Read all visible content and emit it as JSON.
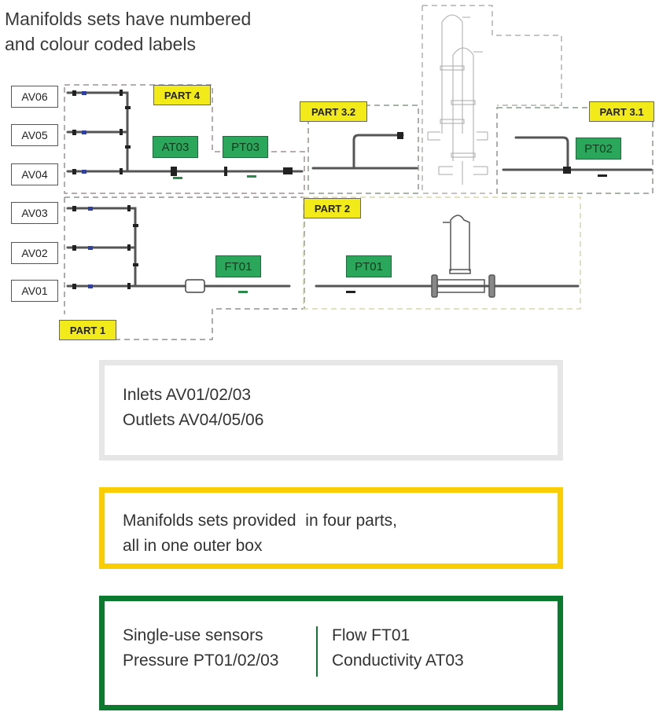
{
  "title": {
    "line1": "Manifolds sets have numbered",
    "line2": "and colour coded labels"
  },
  "diagram": {
    "valve_labels": [
      "AV06",
      "AV05",
      "AV04",
      "AV03",
      "AV02",
      "AV01"
    ],
    "part_labels": {
      "part4": "PART 4",
      "part32": "PART 3.2",
      "part31": "PART 3.1",
      "part2": "PART 2",
      "part1": "PART 1"
    },
    "sensor_labels": {
      "at03": "AT03",
      "pt03": "PT03",
      "pt02": "PT02",
      "pt01": "PT01",
      "ft01": "FT01"
    },
    "colors": {
      "part_label": "#f2ea19",
      "sensor_label": "#2aa75a"
    }
  },
  "info_boxes": {
    "ports": {
      "color": "#e6e6e6",
      "lines": [
        "Inlets AV01/02/03",
        "Outlets AV04/05/06"
      ]
    },
    "parts": {
      "color": "#f9cd00",
      "lines": [
        "Manifolds sets provided  in four parts,",
        "all in one outer box"
      ]
    },
    "sensors": {
      "color": "#0b7a2e",
      "left_lines": [
        "Single-use sensors",
        "Pressure PT01/02/03"
      ],
      "right_lines": [
        "Flow FT01",
        "Conductivity AT03"
      ]
    }
  }
}
